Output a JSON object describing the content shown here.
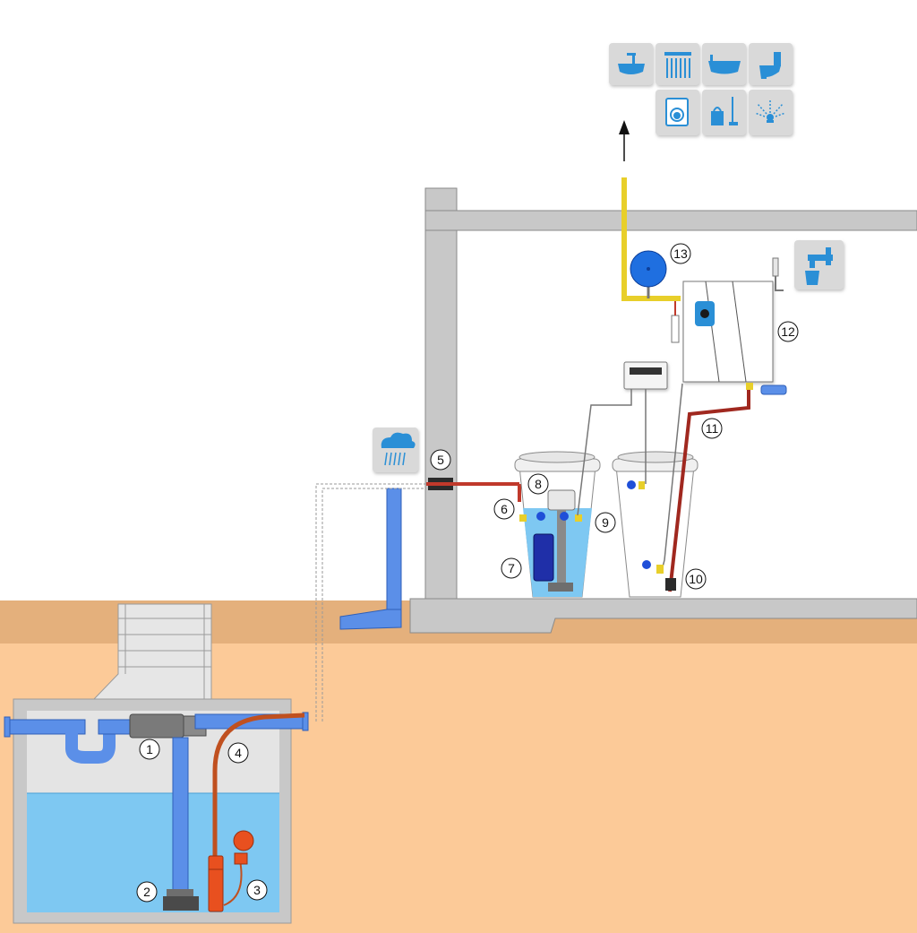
{
  "colors": {
    "soil_light": "#fcca98",
    "soil_top": "#e4b07c",
    "wall_gray": "#c8c8c8",
    "concrete_light": "#e6e6e6",
    "water_blue": "#7ec8f2",
    "pipe_blue": "#5b8fe8",
    "pipe_red": "#c0392b",
    "pump_orange": "#e8501f",
    "float_orange": "#e8501f",
    "yellow_pipe": "#e8cf2a",
    "icon_bg": "#d9d9d9",
    "icon_blue": "#2a8fd6"
  },
  "icons": {
    "usage_points": [
      "sink-icon",
      "shower-icon",
      "bathtub-icon",
      "toilet-icon",
      "washing-machine-icon",
      "cleaning-icon",
      "garden-sprinkler-icon"
    ],
    "rain": "rain-cloud-icon",
    "mains_water": "water-tap-icon"
  },
  "callouts": [
    "1",
    "2",
    "3",
    "4",
    "5",
    "6",
    "7",
    "8",
    "9",
    "10",
    "11",
    "12",
    "13"
  ]
}
